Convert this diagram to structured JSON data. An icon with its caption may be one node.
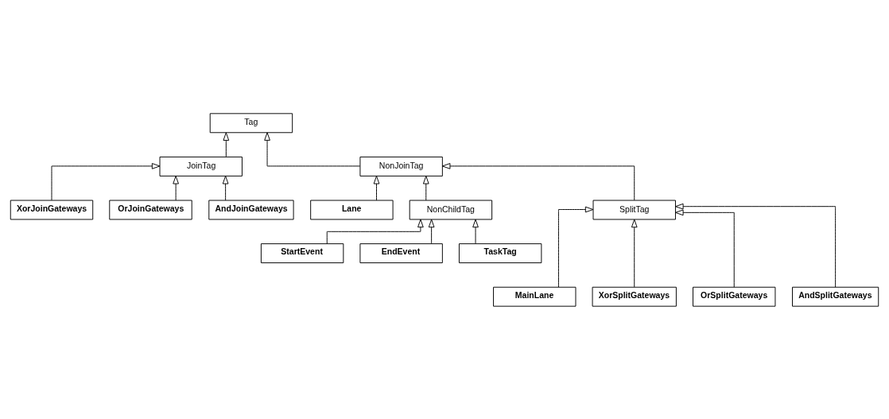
{
  "diagram": {
    "nodes": [
      {
        "text": [
          "Tag"
        ]
      },
      {
        "text": [
          "JoinTag"
        ]
      },
      {
        "text": [
          "NonJoinTag"
        ]
      },
      {
        "text": [
          "XorJoinGateways"
        ]
      },
      {
        "text": [
          "OrJoinGateways"
        ]
      },
      {
        "text": [
          "AndJoinGateways"
        ]
      },
      {
        "text": [
          "Lane"
        ]
      },
      {
        "text": [
          "NonChildTag"
        ]
      },
      {
        "text": [
          "SplitTag"
        ]
      },
      {
        "text": [
          "StartEvent"
        ]
      },
      {
        "text": [
          "EndEvent"
        ]
      },
      {
        "text": [
          "TaskTag"
        ]
      },
      {
        "text": [
          "MainLane"
        ]
      },
      {
        "text": [
          "XorSplitGateways"
        ]
      },
      {
        "text": [
          "OrSplitGateways"
        ]
      },
      {
        "text": [
          "AndSplitGateways"
        ]
      }
    ],
    "edges": [
      {
        "from": 1,
        "to": 0,
        "arrow": "to"
      },
      {
        "from": 2,
        "to": 0,
        "arrow": "to"
      },
      {
        "from": 3,
        "to": 1,
        "arrow": "to"
      },
      {
        "from": 4,
        "to": 1,
        "arrow": "to"
      },
      {
        "from": 5,
        "to": 1,
        "arrow": "to"
      },
      {
        "from": 6,
        "to": 2,
        "arrow": "to"
      },
      {
        "from": 7,
        "to": 2,
        "arrow": "to"
      },
      {
        "from": 8,
        "to": 2,
        "arrow": "to"
      },
      {
        "from": 9,
        "to": 7,
        "arrow": "to"
      },
      {
        "from": 10,
        "to": 7,
        "arrow": "to"
      },
      {
        "from": 11,
        "to": 7,
        "arrow": "to"
      },
      {
        "from": 12,
        "to": 8,
        "arrow": "to"
      },
      {
        "from": 13,
        "to": 8,
        "arrow": "to"
      },
      {
        "from": 14,
        "to": 8,
        "arrow": "to"
      },
      {
        "from": 15,
        "to": 8,
        "arrow": "to"
      }
    ]
  }
}
